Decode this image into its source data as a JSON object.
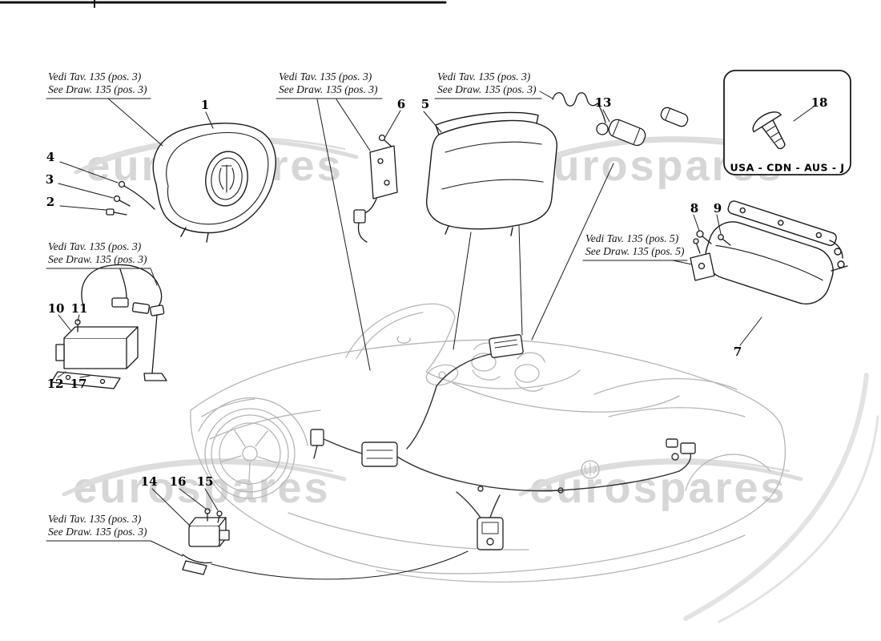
{
  "watermark": {
    "text": "eurospares"
  },
  "region_label": "USA - CDN - AUS - J",
  "callouts": {
    "top_left": {
      "line1": "Vedi Tav. 135 (pos. 3)",
      "line2": "See Draw. 135 (pos. 3)"
    },
    "top_middle": {
      "line1": "Vedi Tav. 135 (pos. 3)",
      "line2": "See Draw. 135 (pos. 3)"
    },
    "top_right": {
      "line1": "Vedi Tav. 135 (pos. 3)",
      "line2": "See Draw. 135 (pos. 3)"
    },
    "mid_left": {
      "line1": "Vedi Tav. 135 (pos. 3)",
      "line2": "See Draw. 135 (pos. 3)"
    },
    "mid_right": {
      "line1": "Vedi Tav. 135 (pos. 5)",
      "line2": "See Draw. 135 (pos. 5)"
    },
    "bottom_left": {
      "line1": "Vedi Tav. 135 (pos. 3)",
      "line2": "See Draw. 135 (pos. 3)"
    }
  },
  "part_numbers": {
    "p1": "1",
    "p2": "2",
    "p3": "3",
    "p4": "4",
    "p5": "5",
    "p6": "6",
    "p7": "7",
    "p8": "8",
    "p9": "9",
    "p10": "10",
    "p11": "11",
    "p12": "12",
    "p13": "13",
    "p14": "14",
    "p15": "15",
    "p16": "16",
    "p17": "17",
    "p18": "18"
  },
  "colors": {
    "line": "#1a1a1a",
    "car_line": "#b5b5b5",
    "watermark": "#d6d6d6"
  }
}
